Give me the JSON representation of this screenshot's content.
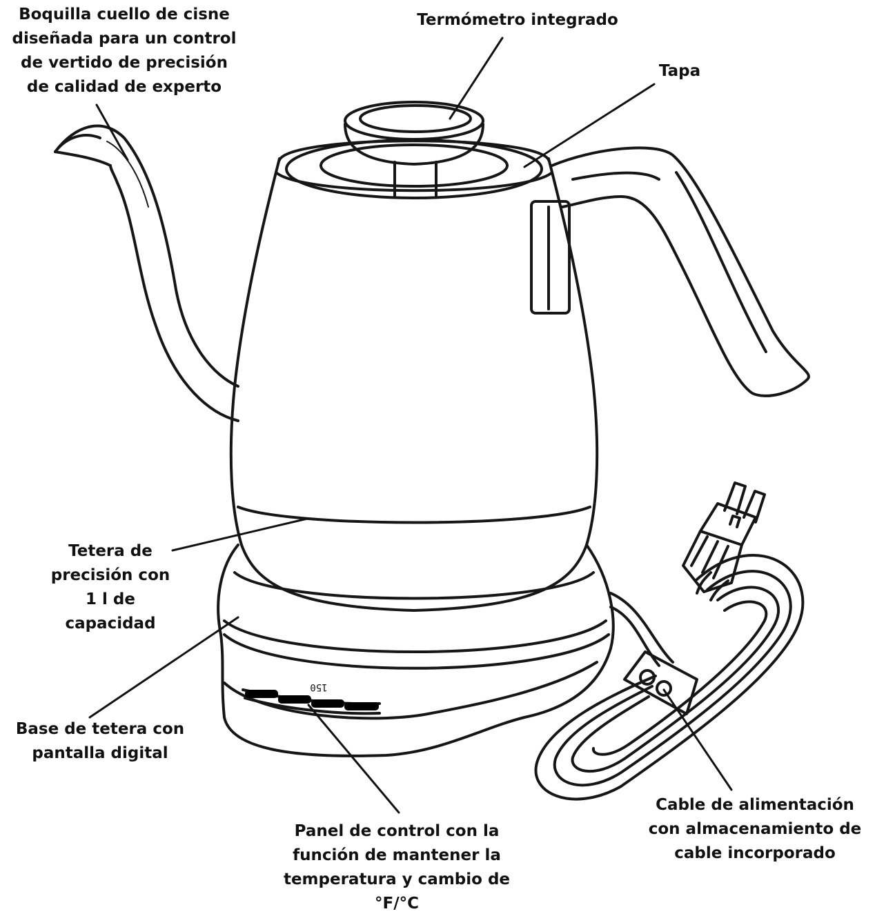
{
  "labels": {
    "spout": [
      "Boquilla cuello de cisne",
      "diseñada para un control",
      "de vertido de precisión",
      "de calidad de experto"
    ],
    "thermometer": [
      "Termómetro integrado"
    ],
    "lid": [
      "Tapa"
    ],
    "kettle": [
      "Tetera de",
      "precisión con",
      "1 l de",
      "capacidad"
    ],
    "base": [
      "Base de tetera con",
      "pantalla digital"
    ],
    "control_panel": [
      "Panel de control con la",
      "función de mantener la",
      "temperatura y cambio de",
      "°F/°C"
    ],
    "cable": [
      "Cable de alimentación",
      "con almacenamiento de",
      "cable incorporado"
    ]
  },
  "display_readout": "150",
  "colors": {
    "line": "#161616",
    "text": "#111111",
    "background": "#ffffff"
  }
}
